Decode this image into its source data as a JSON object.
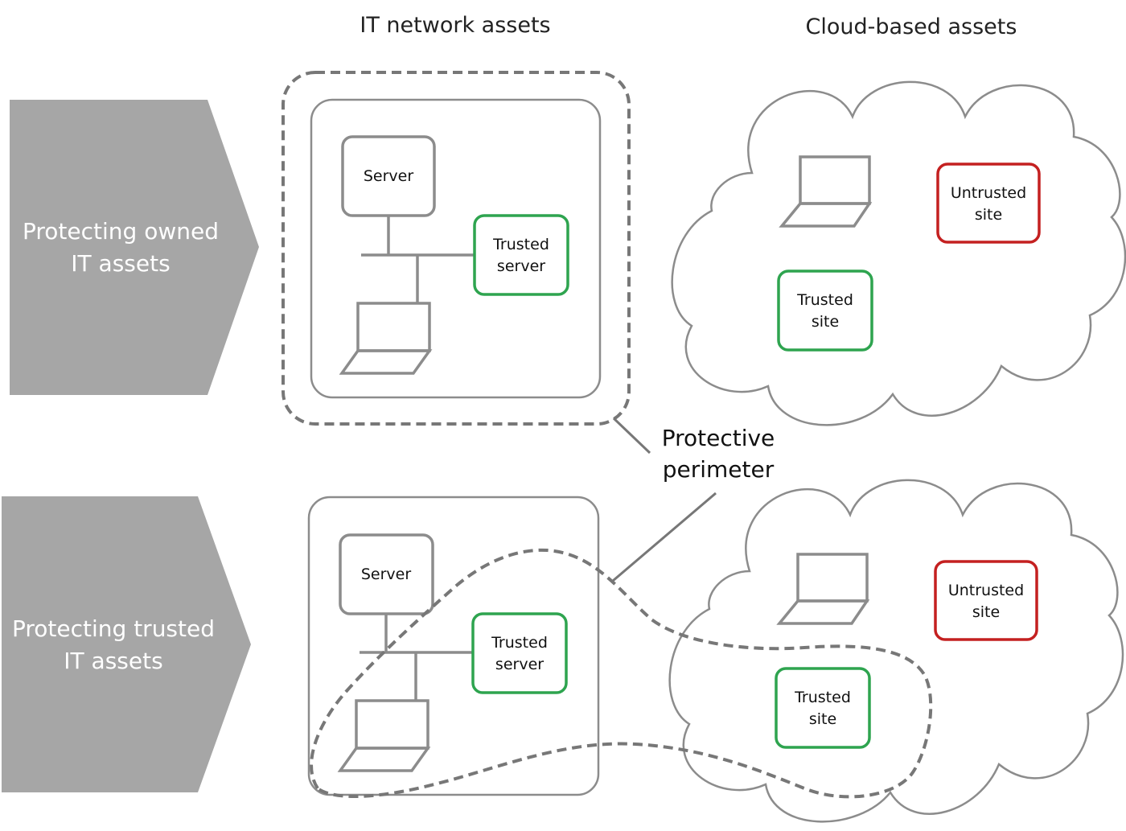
{
  "headers": {
    "it_network": "IT network assets",
    "cloud": "Cloud-based assets"
  },
  "rows": [
    {
      "line1": "Protecting owned",
      "line2": "IT assets"
    },
    {
      "line1": "Protecting trusted",
      "line2": "IT assets"
    }
  ],
  "boxes": {
    "server": "Server",
    "trusted_server": [
      "Trusted",
      "server"
    ],
    "untrusted_site": [
      "Untrusted",
      "site"
    ],
    "trusted_site": [
      "Trusted",
      "site"
    ]
  },
  "perimeter_label": [
    "Protective",
    "perimeter"
  ],
  "colors": {
    "arrow_fill": "#a6a6a6",
    "outline_gray": "#8c8c8c",
    "trusted_green": "#2ea44f",
    "untrusted_red": "#c42020",
    "perimeter_dash": "#777777"
  },
  "icons": [
    "laptop-icon",
    "cloud-icon",
    "chevron-arrow-icon"
  ]
}
